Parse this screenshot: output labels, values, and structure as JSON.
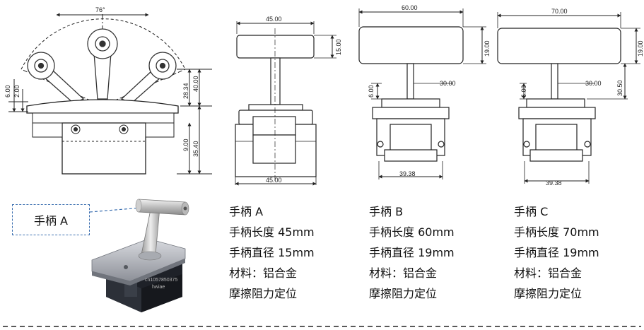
{
  "dims_a": {
    "angle": "76°",
    "d1": "6.00",
    "d2": "2.00",
    "d3": "28.34",
    "d4": "40.00",
    "d5": "9.00",
    "d6": "35.40"
  },
  "dims_front": {
    "width_top": "45.00",
    "height_top": "15.00",
    "width_bottom": "45.00"
  },
  "dims_b": {
    "width_top": "60.00",
    "height_top": "19.00",
    "shaft": "30.00",
    "d_left": "6.00",
    "width_bottom": "39.38"
  },
  "dims_c": {
    "width_top": "70.00",
    "height_top": "19.00",
    "shaft": "30.00",
    "d_left": "6.00",
    "height_right": "30.50",
    "width_bottom": "39.38"
  },
  "callout_label": "手柄 A",
  "photo_text": {
    "line1": "cn1057850375",
    "line2": "hwiae"
  },
  "specs": [
    {
      "name": "手柄 A",
      "length": "手柄长度 45mm",
      "diameter": "手柄直径 15mm",
      "material": "材料：铝合金",
      "feature": "摩擦阻力定位"
    },
    {
      "name": "手柄 B",
      "length": "手柄长度 60mm",
      "diameter": "手柄直径 19mm",
      "material": "材料：铝合金",
      "feature": "摩擦阻力定位"
    },
    {
      "name": "手柄 C",
      "length": "手柄长度 70mm",
      "diameter": "手柄直径 19mm",
      "material": "材料：铝合金",
      "feature": "摩擦阻力定位"
    }
  ]
}
